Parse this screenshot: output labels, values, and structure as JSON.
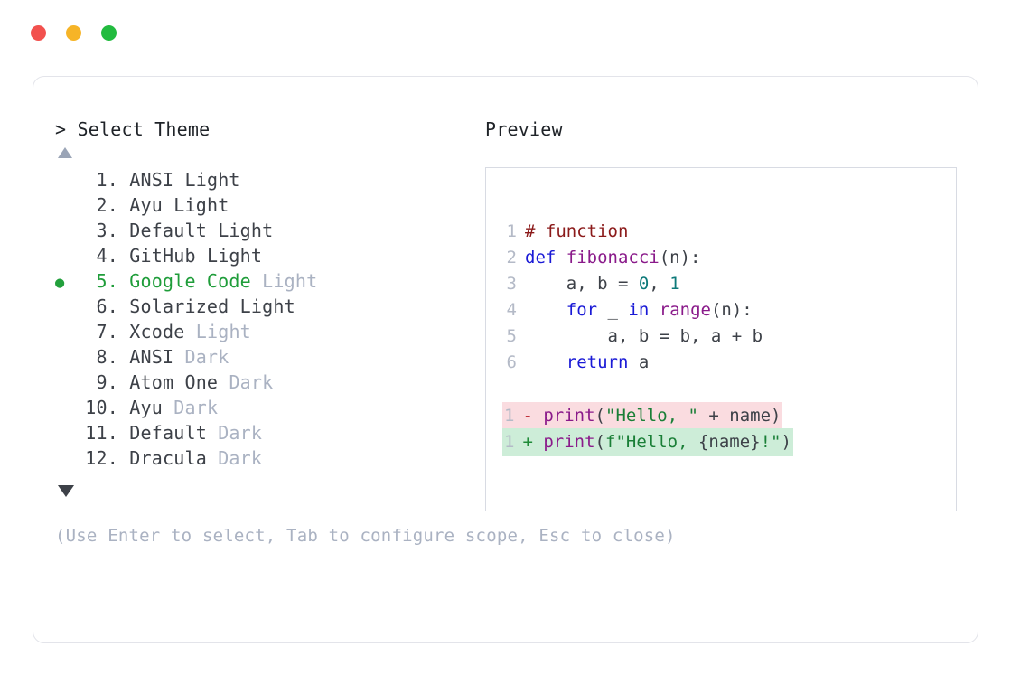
{
  "window": {
    "traffic_lights": [
      {
        "name": "close",
        "color": "#f2514e"
      },
      {
        "name": "minimize",
        "color": "#f6b427"
      },
      {
        "name": "maximize",
        "color": "#22bb3f"
      }
    ]
  },
  "prompt": {
    "caret": ">",
    "title": "Select Theme"
  },
  "scroll": {
    "up_icon": "triangle-up",
    "down_icon": "triangle-down"
  },
  "themes": {
    "selected_index": 5,
    "selected_bullet": "●",
    "items": [
      {
        "index": " 1.",
        "name": "ANSI",
        "variant": "Light",
        "variant_muted": false,
        "selected": false
      },
      {
        "index": " 2.",
        "name": "Ayu",
        "variant": "Light",
        "variant_muted": false,
        "selected": false
      },
      {
        "index": " 3.",
        "name": "Default",
        "variant": "Light",
        "variant_muted": false,
        "selected": false
      },
      {
        "index": " 4.",
        "name": "GitHub",
        "variant": "Light",
        "variant_muted": false,
        "selected": false
      },
      {
        "index": " 5.",
        "name": "Google Code",
        "variant": "Light",
        "variant_muted": true,
        "selected": true
      },
      {
        "index": " 6.",
        "name": "Solarized",
        "variant": "Light",
        "variant_muted": false,
        "selected": false
      },
      {
        "index": " 7.",
        "name": "Xcode",
        "variant": "Light",
        "variant_muted": true,
        "selected": false
      },
      {
        "index": " 8.",
        "name": "ANSI",
        "variant": "Dark",
        "variant_muted": true,
        "selected": false
      },
      {
        "index": " 9.",
        "name": "Atom One",
        "variant": "Dark",
        "variant_muted": true,
        "selected": false
      },
      {
        "index": "10.",
        "name": "Ayu",
        "variant": "Dark",
        "variant_muted": true,
        "selected": false
      },
      {
        "index": "11.",
        "name": "Default",
        "variant": "Dark",
        "variant_muted": true,
        "selected": false
      },
      {
        "index": "12.",
        "name": "Dracula",
        "variant": "Dark",
        "variant_muted": true,
        "selected": false
      }
    ]
  },
  "hint": "(Use Enter to select, Tab to configure scope, Esc to close)",
  "preview": {
    "header": "Preview",
    "code_lines": [
      {
        "no": "1",
        "tokens": [
          {
            "t": "# function",
            "c": "t-comment"
          }
        ]
      },
      {
        "no": "2",
        "tokens": [
          {
            "t": "def ",
            "c": "t-kw"
          },
          {
            "t": "fibonacci",
            "c": "t-fn"
          },
          {
            "t": "(n):",
            "c": "t-plain"
          }
        ]
      },
      {
        "no": "3",
        "tokens": [
          {
            "t": "    a, b = ",
            "c": "t-plain"
          },
          {
            "t": "0",
            "c": "t-num"
          },
          {
            "t": ", ",
            "c": "t-plain"
          },
          {
            "t": "1",
            "c": "t-num"
          }
        ]
      },
      {
        "no": "4",
        "tokens": [
          {
            "t": "    ",
            "c": "t-plain"
          },
          {
            "t": "for",
            "c": "t-kw"
          },
          {
            "t": " _ ",
            "c": "t-plain"
          },
          {
            "t": "in",
            "c": "t-kw"
          },
          {
            "t": " ",
            "c": "t-plain"
          },
          {
            "t": "range",
            "c": "t-fn"
          },
          {
            "t": "(n):",
            "c": "t-plain"
          }
        ]
      },
      {
        "no": "5",
        "tokens": [
          {
            "t": "        a, b = b, a + b",
            "c": "t-plain"
          }
        ]
      },
      {
        "no": "6",
        "tokens": [
          {
            "t": "    ",
            "c": "t-plain"
          },
          {
            "t": "return",
            "c": "t-kw"
          },
          {
            "t": " a",
            "c": "t-plain"
          }
        ]
      }
    ],
    "diff_lines": [
      {
        "no": "1",
        "kind": "del",
        "sign": "-",
        "tokens": [
          {
            "t": "print",
            "c": "t-fn"
          },
          {
            "t": "(",
            "c": "t-plain"
          },
          {
            "t": "\"Hello, \"",
            "c": "t-str"
          },
          {
            "t": " + name)",
            "c": "t-plain"
          }
        ]
      },
      {
        "no": "1",
        "kind": "add",
        "sign": "+",
        "tokens": [
          {
            "t": "print",
            "c": "t-fn"
          },
          {
            "t": "(",
            "c": "t-plain"
          },
          {
            "t": "f\"Hello, ",
            "c": "t-str"
          },
          {
            "t": "{name}",
            "c": "t-plain"
          },
          {
            "t": "!\"",
            "c": "t-str"
          },
          {
            "t": ")",
            "c": "t-plain"
          }
        ]
      }
    ]
  },
  "colors": {
    "accent_green": "#1f9d3a",
    "card_border": "#e3e4ea",
    "panel_border": "#d8dbe3",
    "muted_text": "#aab2c2",
    "body_text": "#3d4148",
    "diff_del_bg": "#fadce0",
    "diff_add_bg": "#cdedd8"
  }
}
